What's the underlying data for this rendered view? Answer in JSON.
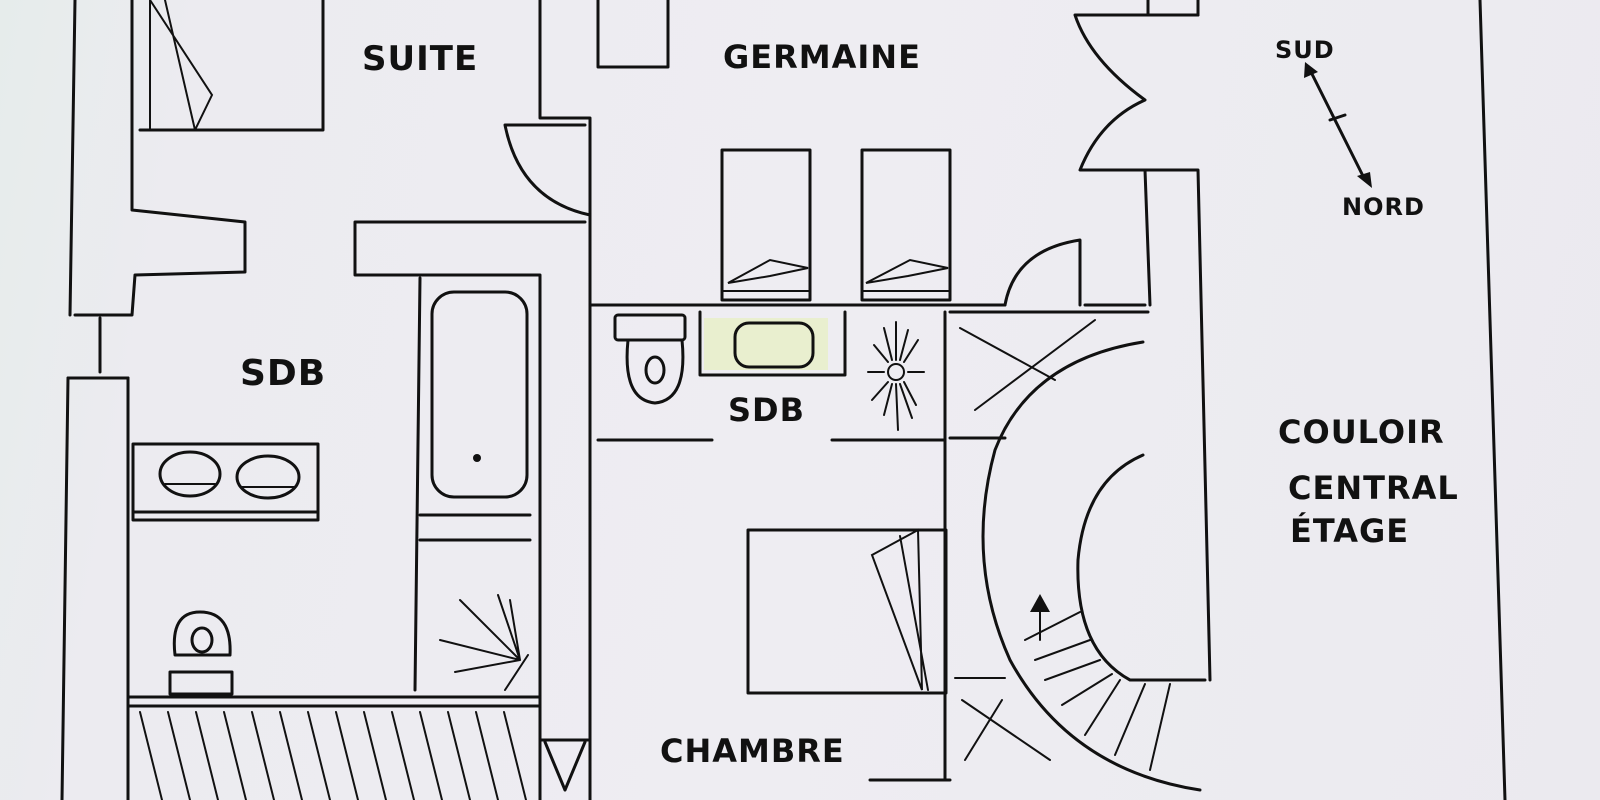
{
  "plan": {
    "rooms": {
      "suite": "SUITE",
      "germaine": "GERMAINE",
      "sdb_left": "SDB",
      "sdb_center": "SDB",
      "couloir_1": "COULOIR",
      "couloir_2": "CENTRAL",
      "couloir_3": "ÉTAGE",
      "chambre": "CHAMBRE"
    },
    "compass": {
      "south": "SUD",
      "north": "NORD"
    },
    "colors": {
      "ink": "#111111",
      "paper": "#ececf1",
      "sink_highlight": "#e9efcf"
    }
  }
}
